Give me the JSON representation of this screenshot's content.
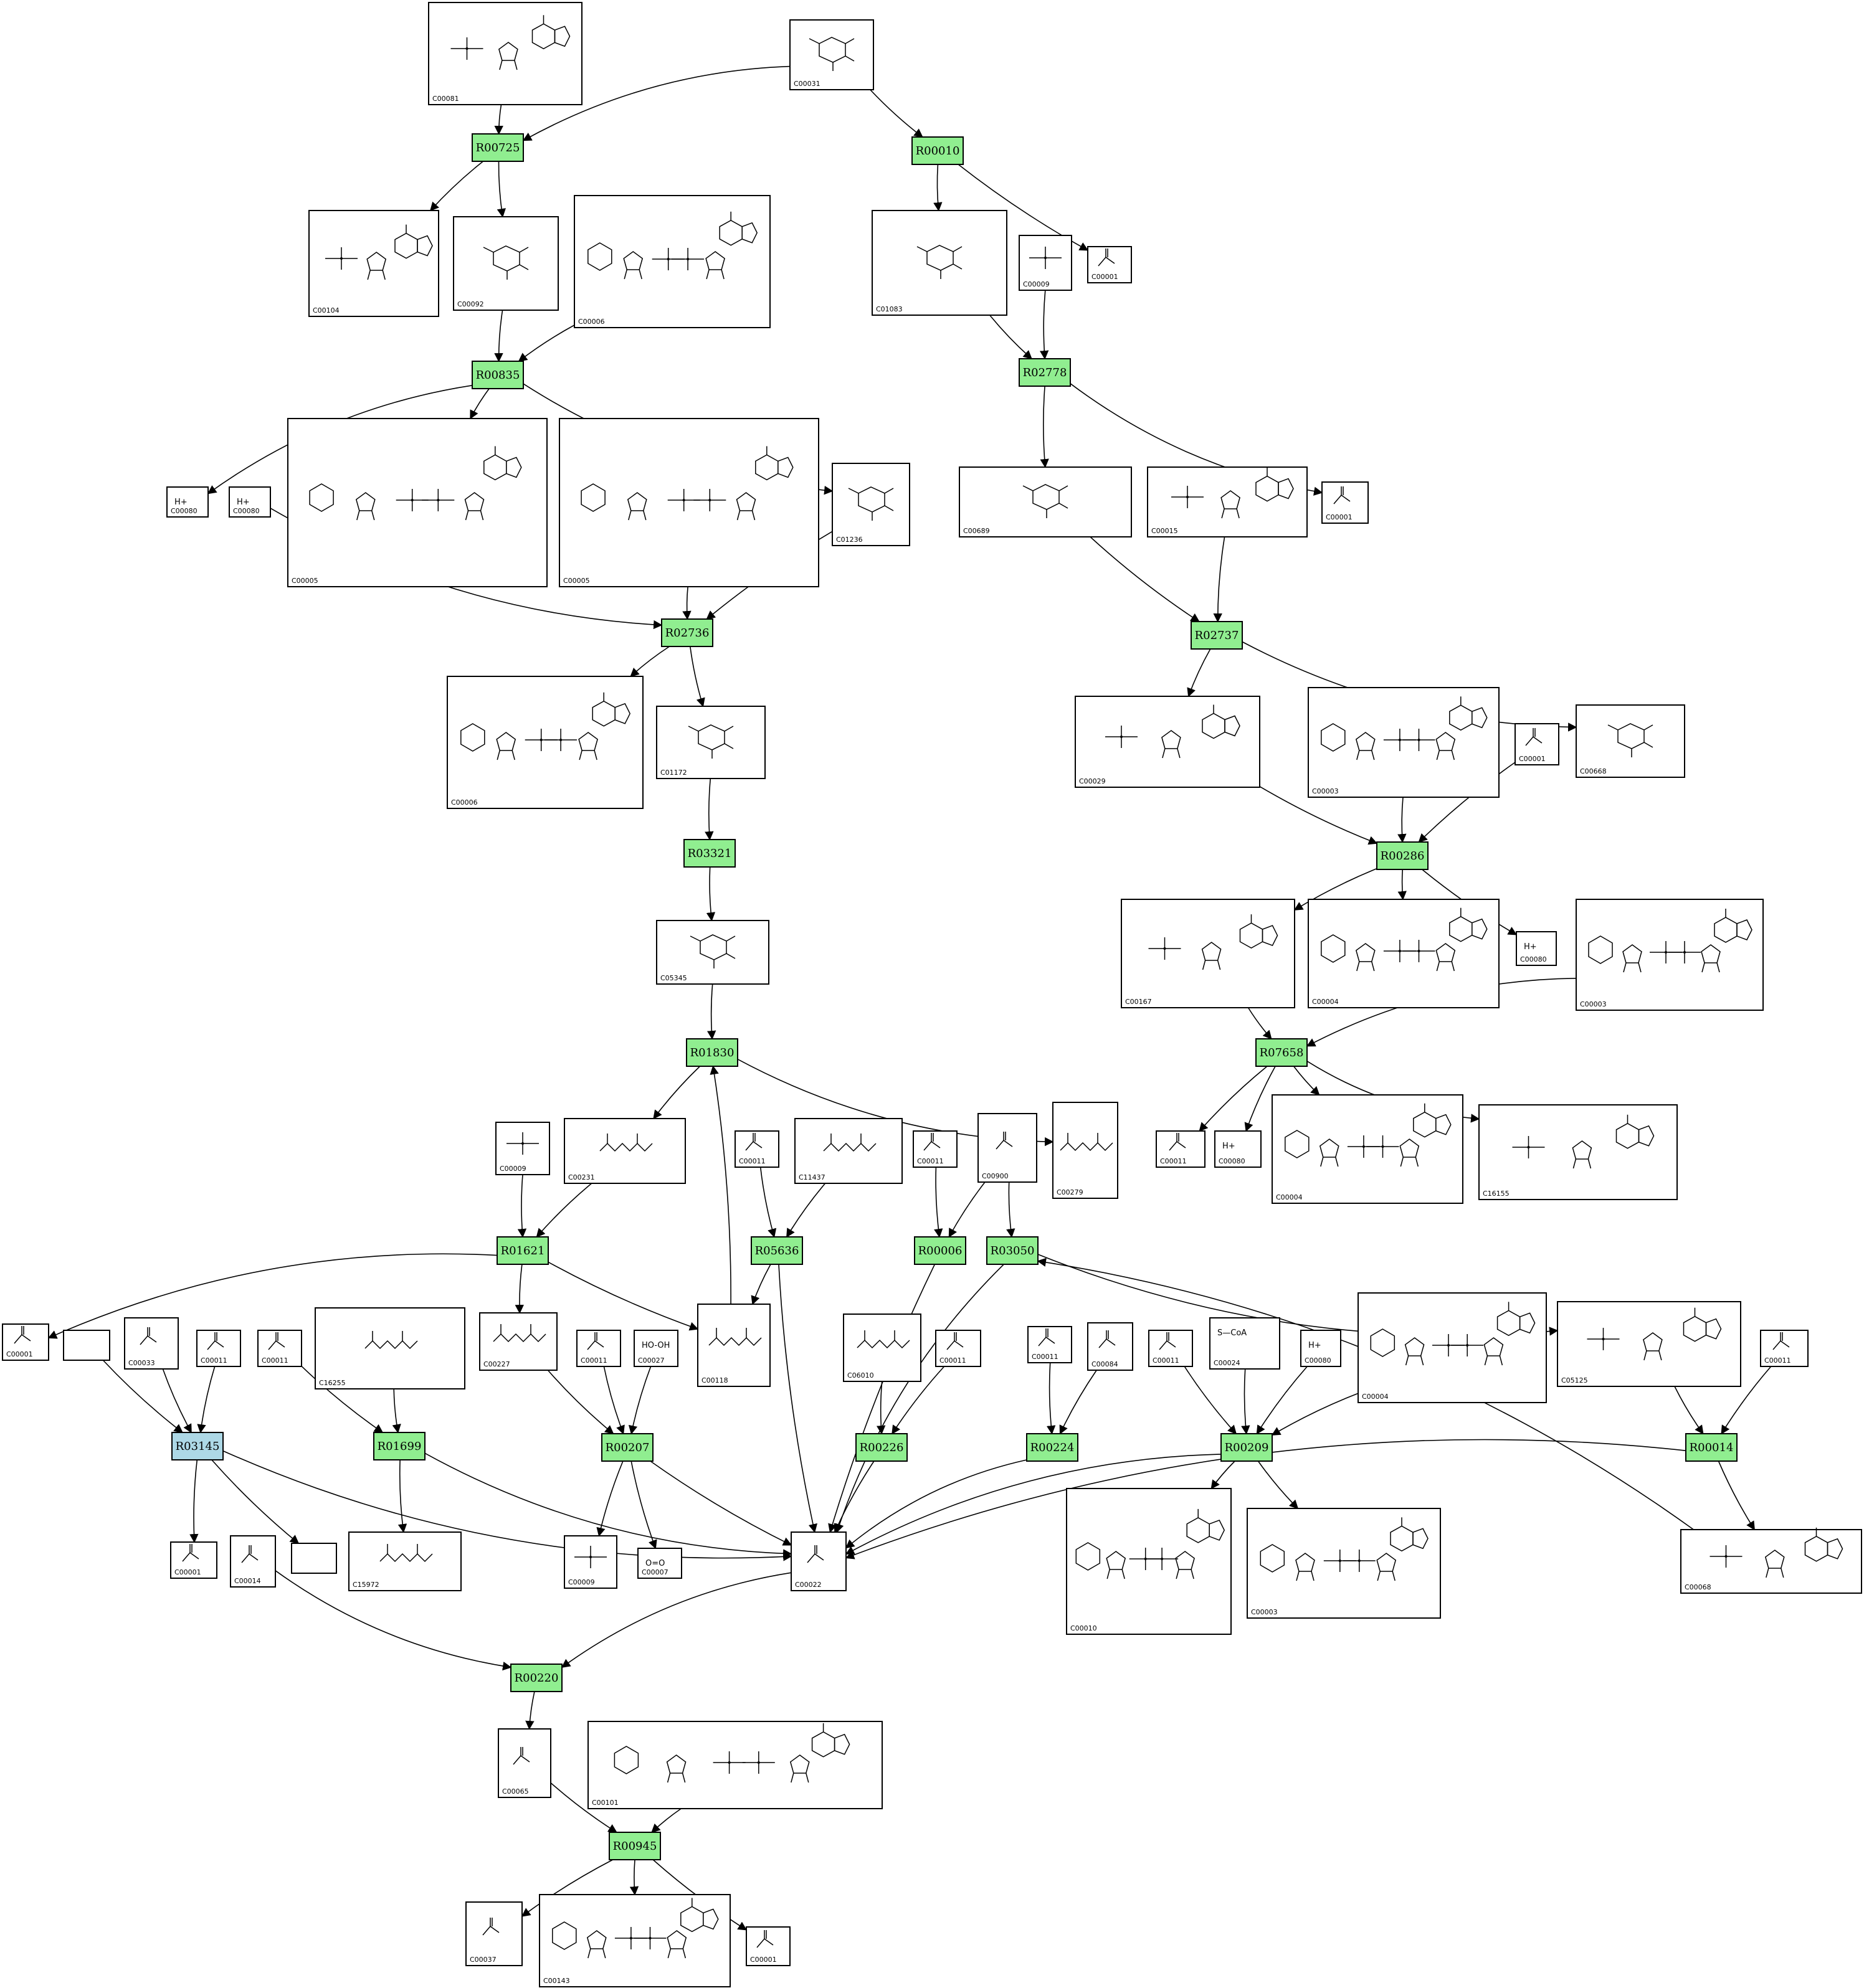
{
  "colors": {
    "reaction": "#90ee90",
    "highlight_reaction": "#add8e6",
    "compound": "#ffffff",
    "line": "#000000"
  },
  "reactions": [
    {
      "id": "R00725",
      "label": "R00725",
      "highlight": false
    },
    {
      "id": "R00010",
      "label": "R00010",
      "highlight": false
    },
    {
      "id": "R00835",
      "label": "R00835",
      "highlight": false
    },
    {
      "id": "R02778",
      "label": "R02778",
      "highlight": false
    },
    {
      "id": "R02736",
      "label": "R02736",
      "highlight": false
    },
    {
      "id": "R02737",
      "label": "R02737",
      "highlight": false
    },
    {
      "id": "R03321",
      "label": "R03321",
      "highlight": false
    },
    {
      "id": "R00286",
      "label": "R00286",
      "highlight": false
    },
    {
      "id": "R01830",
      "label": "R01830",
      "highlight": false
    },
    {
      "id": "R07658",
      "label": "R07658",
      "highlight": false
    },
    {
      "id": "R01621",
      "label": "R01621",
      "highlight": false
    },
    {
      "id": "R05636",
      "label": "R05636",
      "highlight": false
    },
    {
      "id": "R00006",
      "label": "R00006",
      "highlight": false
    },
    {
      "id": "R03050",
      "label": "R03050",
      "highlight": false
    },
    {
      "id": "R03145",
      "label": "R03145",
      "highlight": true
    },
    {
      "id": "R01699",
      "label": "R01699",
      "highlight": false
    },
    {
      "id": "R00207",
      "label": "R00207",
      "highlight": false
    },
    {
      "id": "R00226",
      "label": "R00226",
      "highlight": false
    },
    {
      "id": "R00224",
      "label": "R00224",
      "highlight": false
    },
    {
      "id": "R00209",
      "label": "R00209",
      "highlight": false
    },
    {
      "id": "R00014",
      "label": "R00014",
      "highlight": false
    },
    {
      "id": "R00220",
      "label": "R00220",
      "highlight": false
    },
    {
      "id": "R00945",
      "label": "R00945",
      "highlight": false
    }
  ],
  "compounds": [
    {
      "id": "n1",
      "label": "C00081",
      "formula": ""
    },
    {
      "id": "n2",
      "label": "C00031",
      "formula": ""
    },
    {
      "id": "n3",
      "label": "C00104",
      "formula": ""
    },
    {
      "id": "n4",
      "label": "C00092",
      "formula": ""
    },
    {
      "id": "n5",
      "label": "C00006",
      "formula": ""
    },
    {
      "id": "n6",
      "label": "C01083",
      "formula": ""
    },
    {
      "id": "n7",
      "label": "C00009",
      "formula": ""
    },
    {
      "id": "n8",
      "label": "C00001",
      "formula": ""
    },
    {
      "id": "n9",
      "label": "C00080",
      "formula": "H+"
    },
    {
      "id": "n10",
      "label": "C00080",
      "formula": "H+"
    },
    {
      "id": "n11",
      "label": "C00005",
      "formula": ""
    },
    {
      "id": "n12",
      "label": "C00005",
      "formula": ""
    },
    {
      "id": "n13",
      "label": "C01236",
      "formula": ""
    },
    {
      "id": "n14",
      "label": "C00689",
      "formula": ""
    },
    {
      "id": "n15",
      "label": "C00015",
      "formula": ""
    },
    {
      "id": "n16",
      "label": "C00001",
      "formula": ""
    },
    {
      "id": "n17",
      "label": "C00006",
      "formula": ""
    },
    {
      "id": "n18",
      "label": "C01172",
      "formula": ""
    },
    {
      "id": "n19",
      "label": "C00029",
      "formula": ""
    },
    {
      "id": "n20",
      "label": "C00003",
      "formula": ""
    },
    {
      "id": "n21",
      "label": "C00001",
      "formula": ""
    },
    {
      "id": "n22",
      "label": "C00668",
      "formula": ""
    },
    {
      "id": "n23",
      "label": "C05345",
      "formula": ""
    },
    {
      "id": "n24",
      "label": "C00167",
      "formula": ""
    },
    {
      "id": "n25",
      "label": "C00004",
      "formula": ""
    },
    {
      "id": "n26",
      "label": "C00080",
      "formula": "H+"
    },
    {
      "id": "n27",
      "label": "C00003",
      "formula": ""
    },
    {
      "id": "n28",
      "label": "C00009",
      "formula": ""
    },
    {
      "id": "n29",
      "label": "C00231",
      "formula": ""
    },
    {
      "id": "n30",
      "label": "C00011",
      "formula": ""
    },
    {
      "id": "n31",
      "label": "C11437",
      "formula": ""
    },
    {
      "id": "n32",
      "label": "C00011",
      "formula": ""
    },
    {
      "id": "n33",
      "label": "C00900",
      "formula": ""
    },
    {
      "id": "n34",
      "label": "C00279",
      "formula": ""
    },
    {
      "id": "n35",
      "label": "C00011",
      "formula": ""
    },
    {
      "id": "n36",
      "label": "C00080",
      "formula": "H+"
    },
    {
      "id": "n37",
      "label": "C00004",
      "formula": ""
    },
    {
      "id": "n38",
      "label": "C16155",
      "formula": ""
    },
    {
      "id": "n39",
      "label": "C00001",
      "formula": ""
    },
    {
      "id": "n40",
      "label": "",
      "formula": ""
    },
    {
      "id": "n41",
      "label": "C00033",
      "formula": ""
    },
    {
      "id": "n42",
      "label": "C00011",
      "formula": ""
    },
    {
      "id": "n43",
      "label": "C00011",
      "formula": ""
    },
    {
      "id": "n44",
      "label": "C16255",
      "formula": ""
    },
    {
      "id": "n45",
      "label": "C00227",
      "formula": ""
    },
    {
      "id": "n46",
      "label": "C00011",
      "formula": ""
    },
    {
      "id": "n47",
      "label": "C00027",
      "formula": "HO-OH"
    },
    {
      "id": "n48",
      "label": "C00118",
      "formula": ""
    },
    {
      "id": "n49",
      "label": "C06010",
      "formula": ""
    },
    {
      "id": "n50",
      "label": "C00011",
      "formula": ""
    },
    {
      "id": "n51",
      "label": "C00011",
      "formula": ""
    },
    {
      "id": "n52",
      "label": "C00084",
      "formula": ""
    },
    {
      "id": "n53",
      "label": "C00011",
      "formula": ""
    },
    {
      "id": "n54",
      "label": "C00024",
      "formula": "S—CoA"
    },
    {
      "id": "n55",
      "label": "C00080",
      "formula": "H+"
    },
    {
      "id": "n56",
      "label": "C00004",
      "formula": ""
    },
    {
      "id": "n57",
      "label": "C05125",
      "formula": ""
    },
    {
      "id": "n58",
      "label": "C00011",
      "formula": ""
    },
    {
      "id": "n59",
      "label": "C00001",
      "formula": ""
    },
    {
      "id": "n60",
      "label": "C00014",
      "formula": ""
    },
    {
      "id": "n61",
      "label": "",
      "formula": ""
    },
    {
      "id": "n62",
      "label": "C15972",
      "formula": ""
    },
    {
      "id": "n63",
      "label": "C00009",
      "formula": ""
    },
    {
      "id": "n64",
      "label": "C00007",
      "formula": "O=O"
    },
    {
      "id": "n65",
      "label": "C00022",
      "formula": ""
    },
    {
      "id": "n66",
      "label": "C00010",
      "formula": ""
    },
    {
      "id": "n67",
      "label": "C00003",
      "formula": ""
    },
    {
      "id": "n68",
      "label": "C00068",
      "formula": ""
    },
    {
      "id": "n69",
      "label": "C00065",
      "formula": ""
    },
    {
      "id": "n70",
      "label": "C00101",
      "formula": ""
    },
    {
      "id": "n71",
      "label": "C00037",
      "formula": ""
    },
    {
      "id": "n72",
      "label": "C00143",
      "formula": ""
    },
    {
      "id": "n73",
      "label": "C00001",
      "formula": ""
    }
  ]
}
